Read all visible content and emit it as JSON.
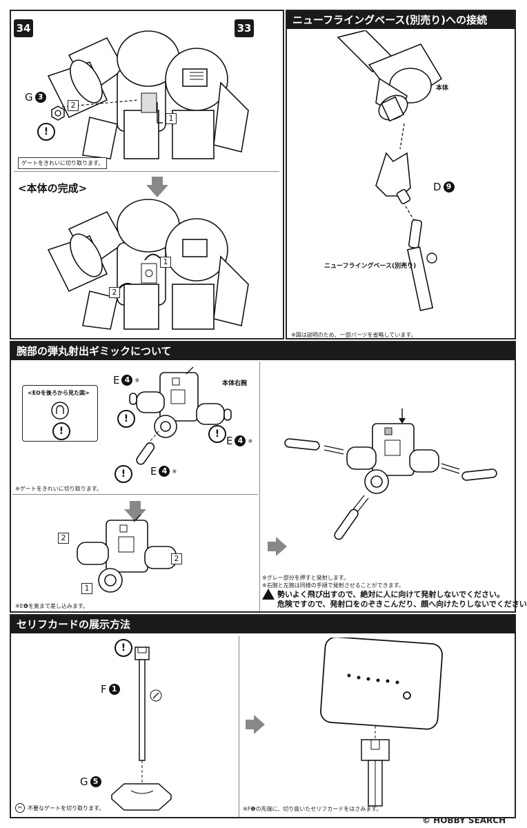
{
  "step34": {
    "number": "34",
    "ref": "33"
  },
  "section_top_left": {
    "part_G": "G",
    "part_G_num": "3",
    "num1": "1",
    "num2": "2",
    "gate_note": "ゲートをきれいに切り取ります。",
    "complete_title": "<本体の完成>",
    "num1b": "1",
    "num2b": "2"
  },
  "section_top_right": {
    "title": "ニューフライングベース(別売り)への接続",
    "label_body": "本体",
    "part_D": "D",
    "part_D_num": "9",
    "label_base": "ニューフライングベース(別売り)",
    "note": "※図は説明のため、一部パーツを省略しています。"
  },
  "section_mid": {
    "title": "腕部の弾丸射出ギミックについて",
    "inset_title": "<E❹を後ろから見た図>",
    "label_right_arm": "本体右腕",
    "part_E": "E",
    "part_E_num": "4",
    "asterisk": "※",
    "gate_note": "※ゲートをきれいに切り取ります。",
    "num2_left": "2",
    "num2_right": "2",
    "num1": "1",
    "insert_note": "※E❹を奥まで差し込みます。",
    "fire_note1": "※グレー部分を押すと発射します。",
    "fire_note2": "※右腕と左腕は同様の手順で発射させることができます。",
    "caution1": "勢いよく飛び出すので、絶対に人に向けて発射しないでください。",
    "caution2": "危険ですので、発射口をのぞきこんだり、顔へ向けたりしないでください。"
  },
  "section_bottom": {
    "title": "セリフカードの展示方法",
    "part_F": "F",
    "part_F_num": "1",
    "part_G": "G",
    "part_G_num": "5",
    "cut_note": "不要なゲートを切り取ります。",
    "card_note": "※F❶の先端に、切り抜いたセリフカードをはさみます。"
  },
  "watermark": "© HOBBY SEARCH"
}
